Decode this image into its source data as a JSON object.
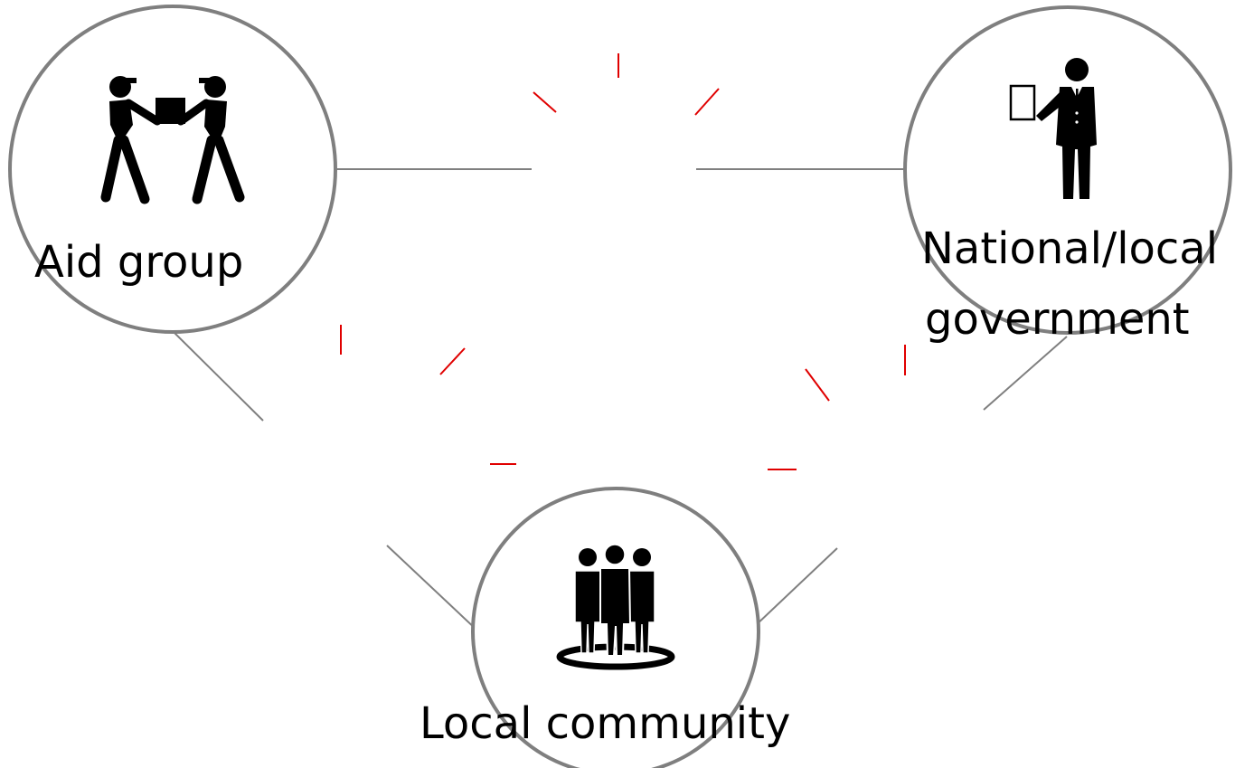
{
  "nodes": {
    "aid_group": {
      "label": "Aid group",
      "icon": "two-people-carrying-box-icon"
    },
    "government": {
      "label_line1": "National/local",
      "label_line2": "government",
      "icon": "official-with-document-icon"
    },
    "community": {
      "label": "Local community",
      "icon": "group-of-people-icon"
    }
  },
  "colors": {
    "connector": "#7f7f7f",
    "circle_stroke": "#7f7f7f",
    "accent_ticks": "#e00000",
    "icon": "#000000",
    "text": "#000000"
  }
}
